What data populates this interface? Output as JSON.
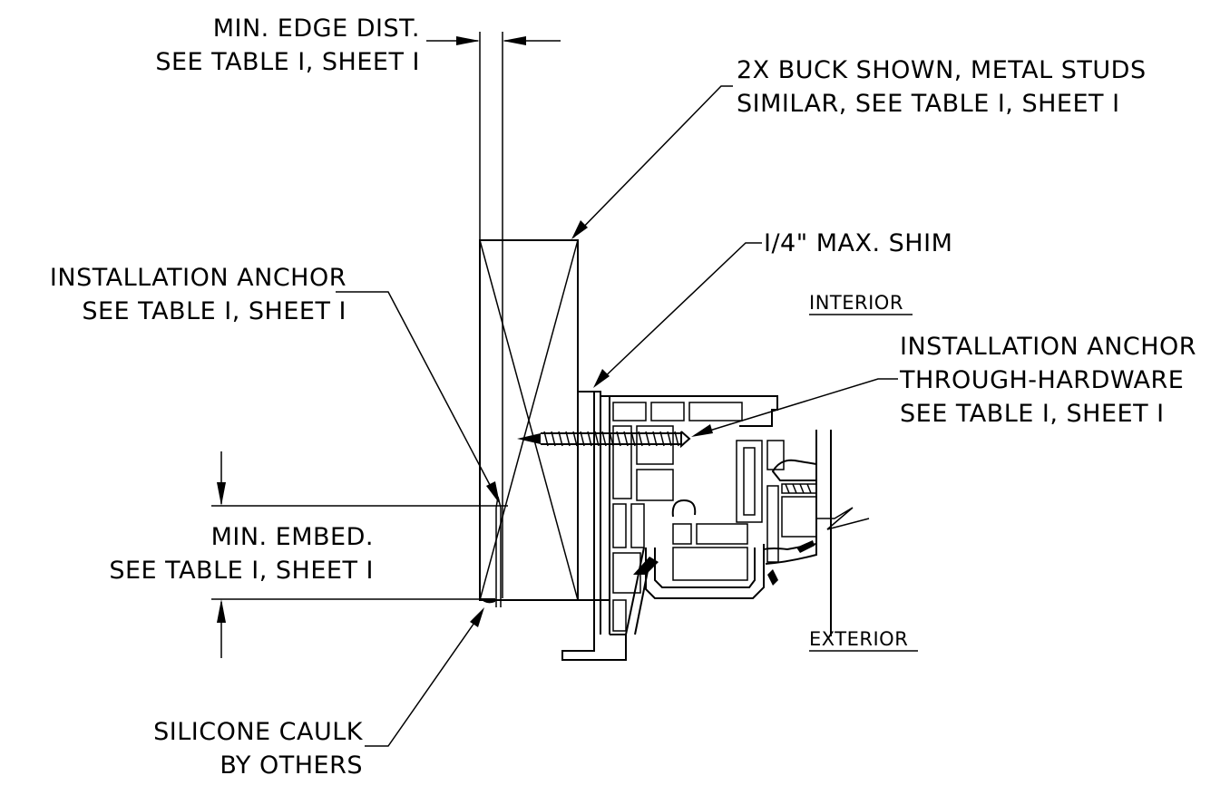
{
  "labels": {
    "edge_dist_1": "MIN. EDGE DIST.",
    "edge_dist_2": "SEE TABLE I, SHEET I",
    "buck_1": "2X BUCK SHOWN, METAL STUDS",
    "buck_2": "SIMILAR, SEE TABLE I, SHEET I",
    "shim": "I/4\" MAX. SHIM",
    "anchor_left_1": "INSTALLATION ANCHOR",
    "anchor_left_2": "SEE TABLE I, SHEET I",
    "interior": "INTERIOR",
    "anchor_right_1": "INSTALLATION ANCHOR",
    "anchor_right_2": "THROUGH-HARDWARE",
    "anchor_right_3": "SEE TABLE I, SHEET I",
    "embed_1": "MIN. EMBED.",
    "embed_2": "SEE TABLE I, SHEET I",
    "exterior": "EXTERIOR",
    "caulk_1": "SILICONE CAULK",
    "caulk_2": "BY OTHERS"
  }
}
